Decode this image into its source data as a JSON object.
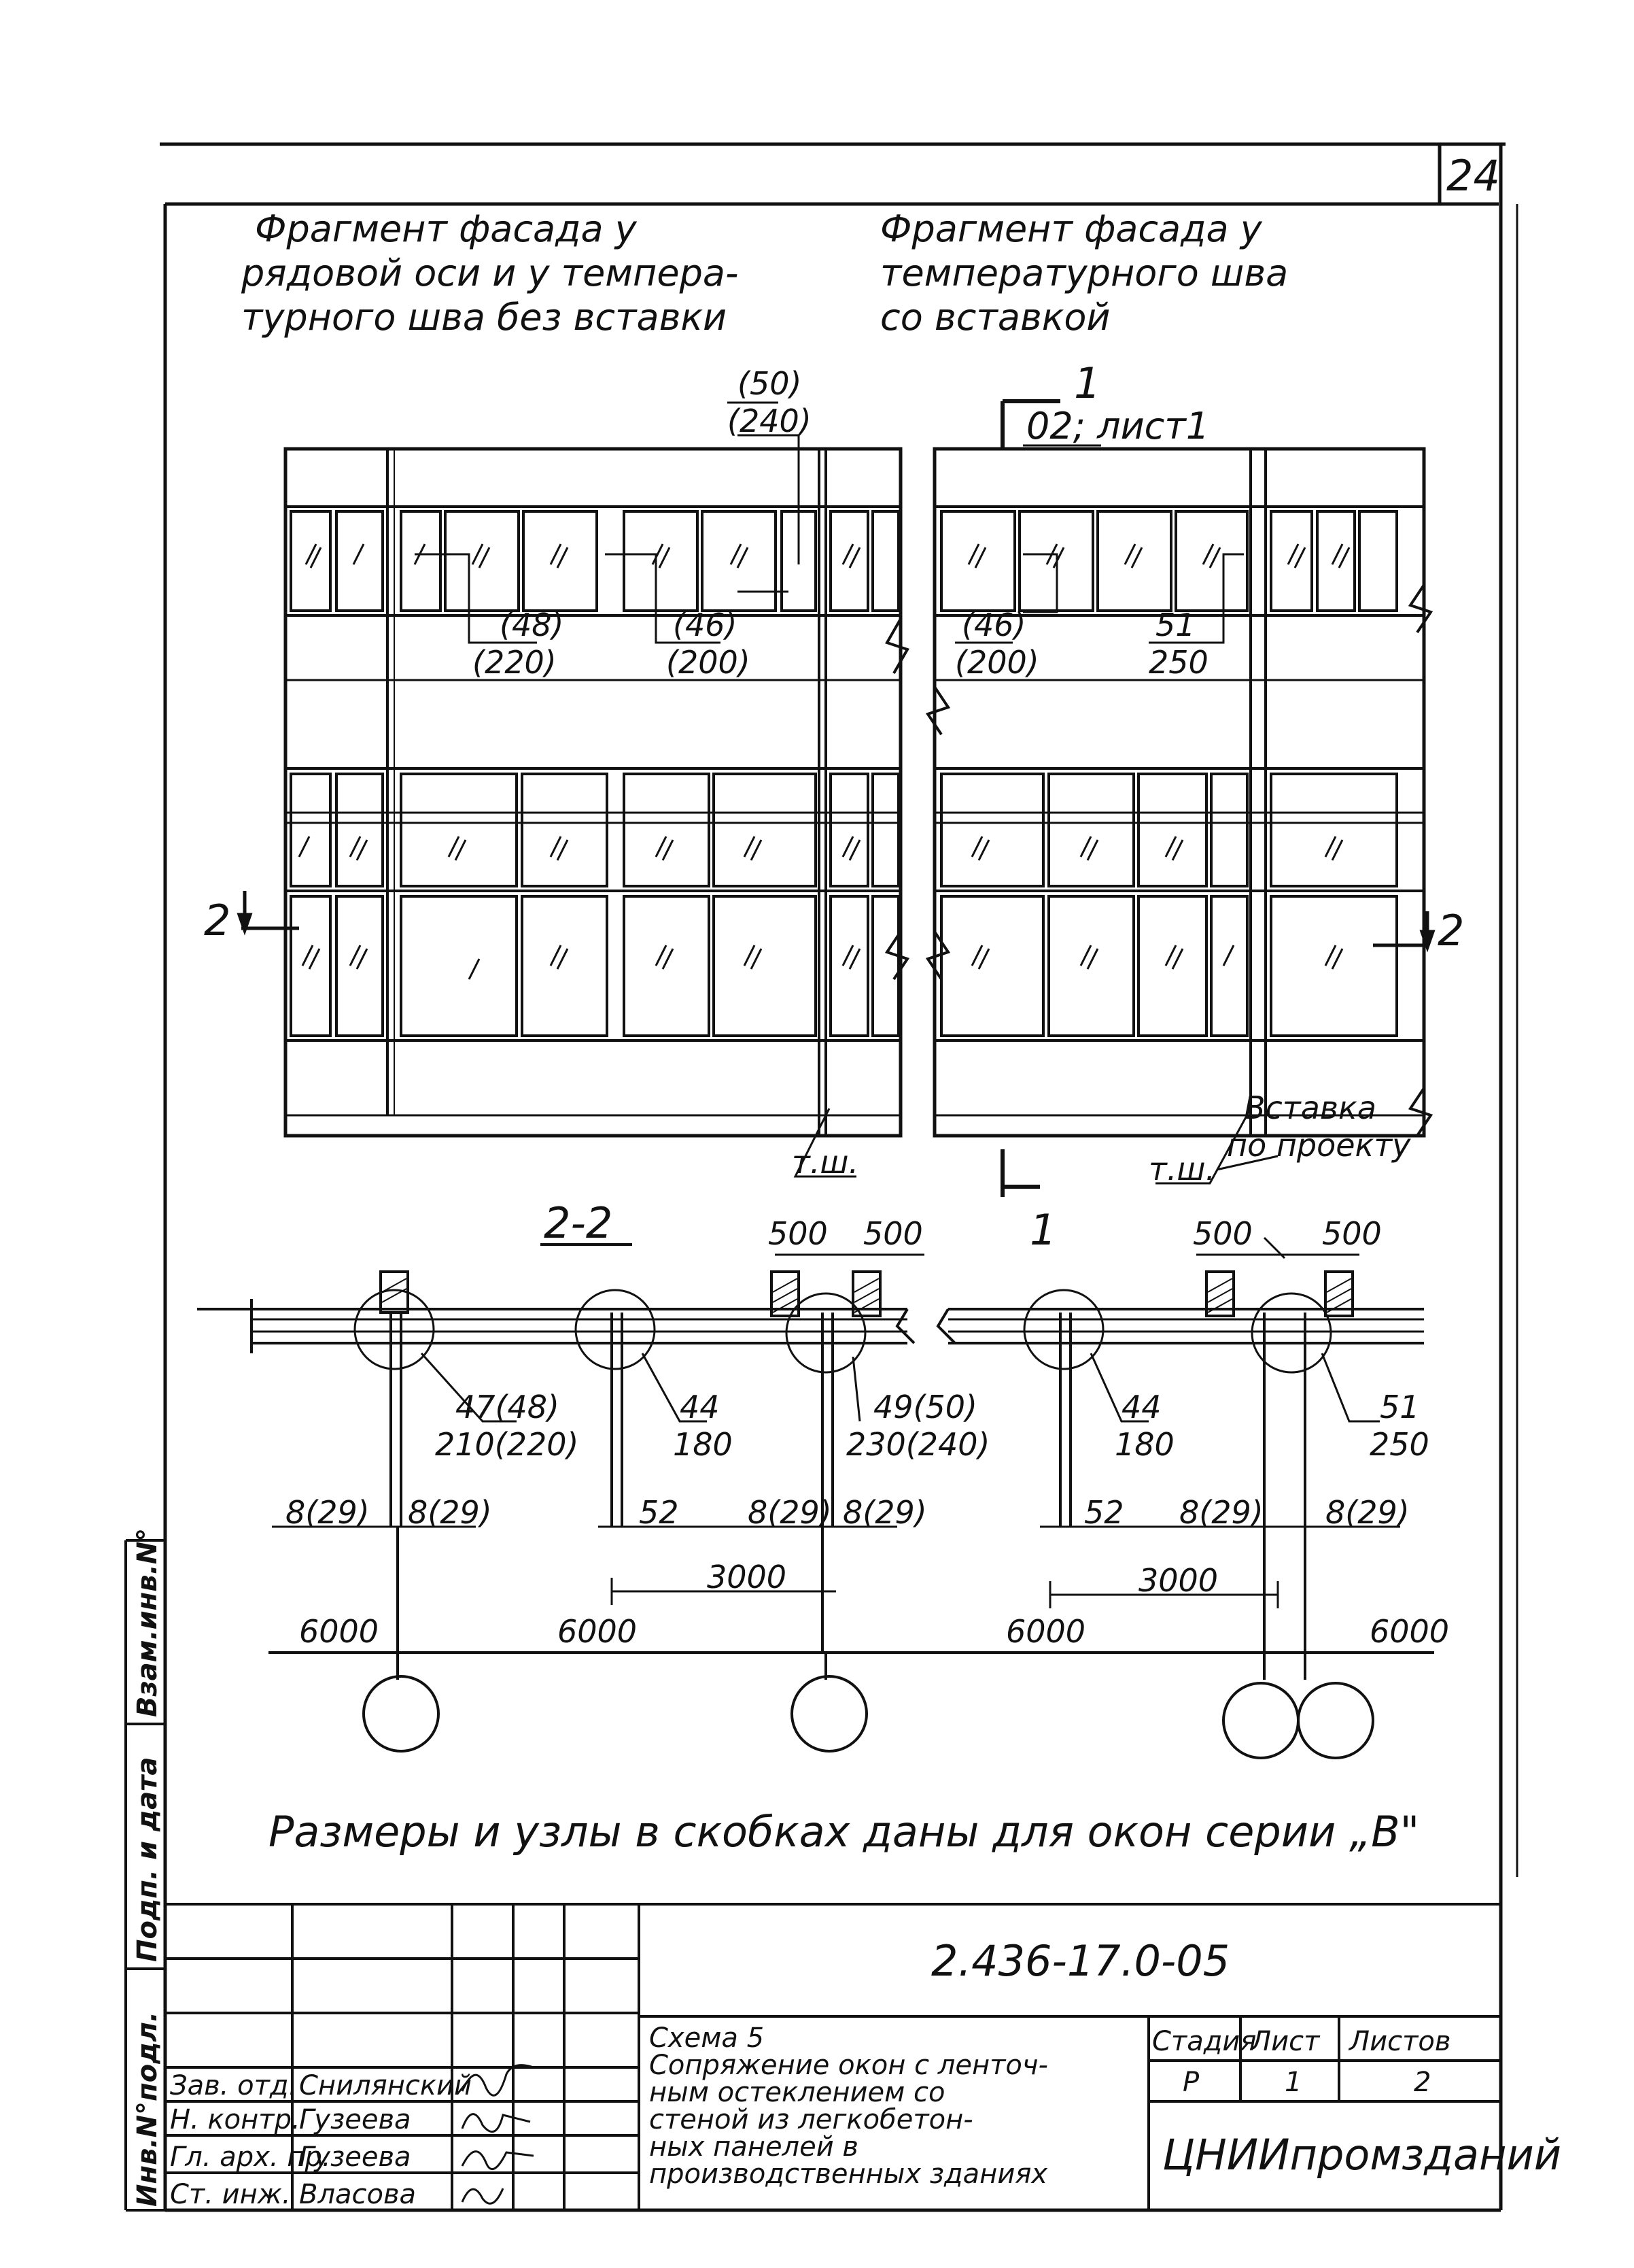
{
  "sheet_number": "24",
  "fragment_left_title": [
    "Фрагмент фасада у",
    "рядовой оси и у темпера-",
    "турного шва без вставки"
  ],
  "fragment_right_title": [
    "Фрагмент фасада у",
    "температурного шва",
    "со вставкой"
  ],
  "section_marker": {
    "number": "1",
    "ref": "02; лист1"
  },
  "section_marker_bottom": "1",
  "section_2_label": "2",
  "section_2_2_title": "2-2",
  "facade_callouts": {
    "top_num": "(50)",
    "top_den": "(240)",
    "c1_num": "(48)",
    "c1_den": "(220)",
    "c2_num": "(46)",
    "c2_den": "(200)",
    "c3_num": "(46)",
    "c3_den": "(200)",
    "c4_num": "51",
    "c4_den": "250"
  },
  "tsh_label": "т.ш.",
  "tsh_label_2": "т.ш.",
  "insert_label": [
    "Вставка",
    "по проекту"
  ],
  "plan_dims": {
    "d500a": "500",
    "d500b": "500",
    "d500c": "500",
    "d500d": "500",
    "n1_num": "47(48)",
    "n1_den": "210(220)",
    "n2_num": "44",
    "n2_den": "180",
    "n3_num": "49(50)",
    "n3_den": "230(240)",
    "n4_num": "44",
    "n4_den": "180",
    "n5_num": "51",
    "n5_den": "250",
    "s1": "8(29)",
    "s2": "8(29)",
    "s3": "52",
    "s4": "8(29)",
    "s5": "8(29)",
    "s6": "52",
    "s7": "8(29)",
    "s8": "8(29)",
    "d3000a": "3000",
    "d3000b": "3000",
    "d6000a": "6000",
    "d6000b": "6000",
    "d6000c": "6000",
    "d6000d": "6000"
  },
  "note": "Размеры и узлы в скобках даны для окон серии „В\"",
  "side_stamp": [
    "Инв.N°подл.",
    "Подп. и дата",
    "Взам.инв.N°"
  ],
  "doc_code": "2.436-17.0-05",
  "scheme_title": [
    "Схема 5",
    "Сопряжение окон с ленточ-",
    "ным остеклением со",
    "стеной из легкобетон-",
    "ных панелей в",
    "производственных зданиях"
  ],
  "stage_header": "Стадия",
  "sheet_header": "Лист",
  "sheets_header": "Листов",
  "stage_value": "Р",
  "sheet_value": "1",
  "sheets_value": "2",
  "organization": "ЦНИИпромзданий",
  "signatures": [
    {
      "role": "Зав. отд.",
      "name": "Снилянский"
    },
    {
      "role": "Н. контр.",
      "name": "Гузеева"
    },
    {
      "role": "Гл. арх. пр.",
      "name": "Гузеева"
    },
    {
      "role": "Ст. инж.",
      "name": "Власова"
    }
  ]
}
